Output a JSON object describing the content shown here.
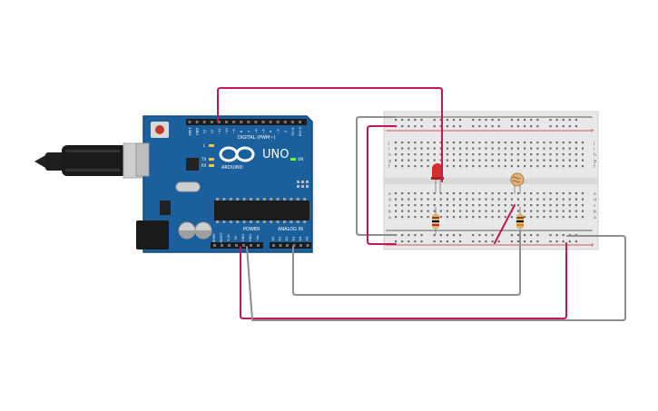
{
  "board": {
    "name": "UNO",
    "brand": "ARDUINO",
    "digital_label": "DIGITAL (PWM~)",
    "power_label": "POWER",
    "analog_label": "ANALOG IN",
    "on_label": "ON",
    "led_labels": [
      "L",
      "TX",
      "RX"
    ],
    "digital_pins": [
      "AREF",
      "GND",
      "13",
      "12",
      "~11",
      "~10",
      "~9",
      "8",
      "7",
      "~6",
      "~5",
      "4",
      "~3",
      "2",
      "TX→1",
      "RX←0"
    ],
    "power_pins": [
      "IOREF",
      "RESET",
      "3.3V",
      "5V",
      "GND",
      "GND",
      "Vin"
    ],
    "analog_pins": [
      "A0",
      "A1",
      "A2",
      "A3",
      "A4",
      "A5"
    ]
  },
  "breadboard": {
    "row_letters_top": [
      "j",
      "i",
      "h",
      "g",
      "f"
    ],
    "row_letters_bottom": [
      "e",
      "d",
      "c",
      "b",
      "a"
    ],
    "rail_signs": [
      "-",
      "+"
    ]
  },
  "colors": {
    "board": "#1b5f9c",
    "board_edge": "#0f4b80",
    "breadboard": "#e8e8e8",
    "wire_red": "#c2185b",
    "wire_gray": "#8e8e8e",
    "led": "#d32f2f",
    "resistor": "#d9b26f"
  }
}
